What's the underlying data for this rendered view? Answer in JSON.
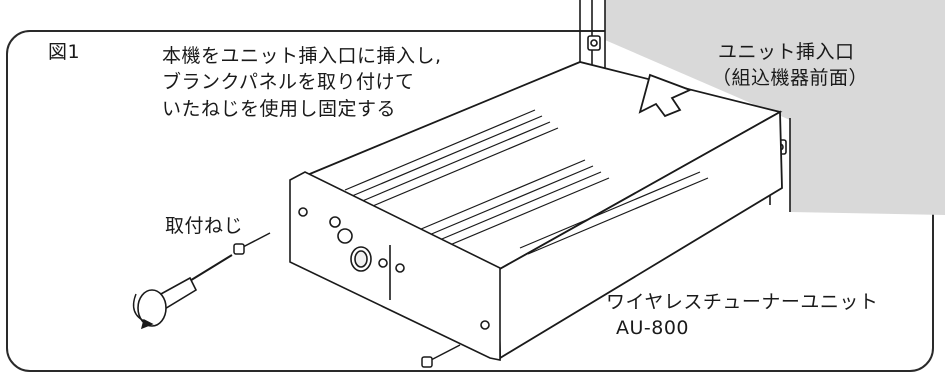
{
  "figure_label": "図1",
  "instruction": [
    "本機をユニット挿入口に挿入し,",
    "ブランクパネルを取り付けて",
    "いたねじを使用し固定する"
  ],
  "slot_label": [
    "ユニット挿入口",
    "（組込機器前面）"
  ],
  "screw_label": "取付ねじ",
  "unit_label": [
    "ワイヤレスチューナーユニット",
    "AU-800"
  ],
  "colors": {
    "line": "#1a1a1a",
    "shade": "#d9d9d9",
    "frame": "#2a2a2a"
  },
  "icons": [
    "insert-arrow-icon",
    "screwdriver-icon",
    "screw-icon",
    "rotation-arrow-icon"
  ]
}
